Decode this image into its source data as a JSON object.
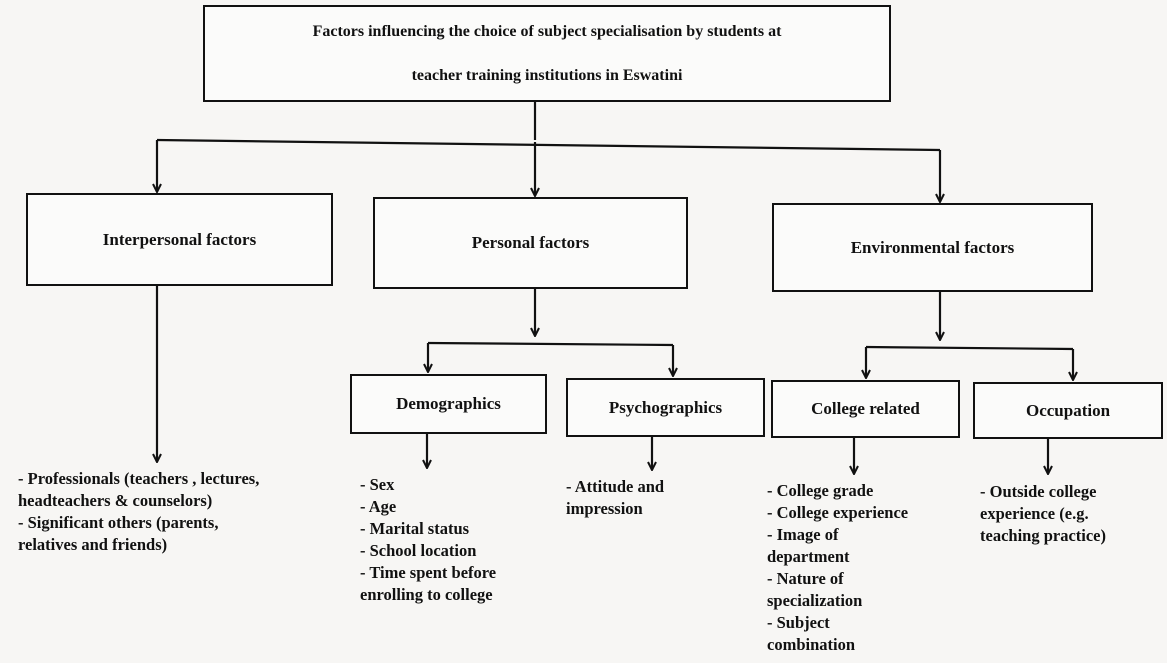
{
  "title": {
    "line1": "Factors influencing the choice of subject specialisation by students at",
    "line2": "teacher training institutions in Eswatini"
  },
  "categories": {
    "interpersonal": "Interpersonal factors",
    "personal": "Personal factors",
    "environmental": "Environmental factors"
  },
  "subcategories": {
    "demographics": "Demographics",
    "psychographics": "Psychographics",
    "college_related": "College related",
    "occupation": "Occupation"
  },
  "lists": {
    "interpersonal": [
      "- Professionals (teachers , lectures,",
      "headteachers & counselors)",
      "- Significant others (parents,",
      "relatives and friends)"
    ],
    "demographics": [
      "- Sex",
      "- Age",
      "- Marital status",
      "- School location",
      "- Time spent before",
      "enrolling to college"
    ],
    "psychographics": [
      "- Attitude and",
      "impression"
    ],
    "college_related": [
      "- College grade",
      "- College experience",
      "- Image of",
      "department",
      "- Nature of",
      "specialization",
      "-  Subject",
      "combination"
    ],
    "occupation": [
      "- Outside college",
      "experience (e.g.",
      "teaching practice)"
    ]
  }
}
